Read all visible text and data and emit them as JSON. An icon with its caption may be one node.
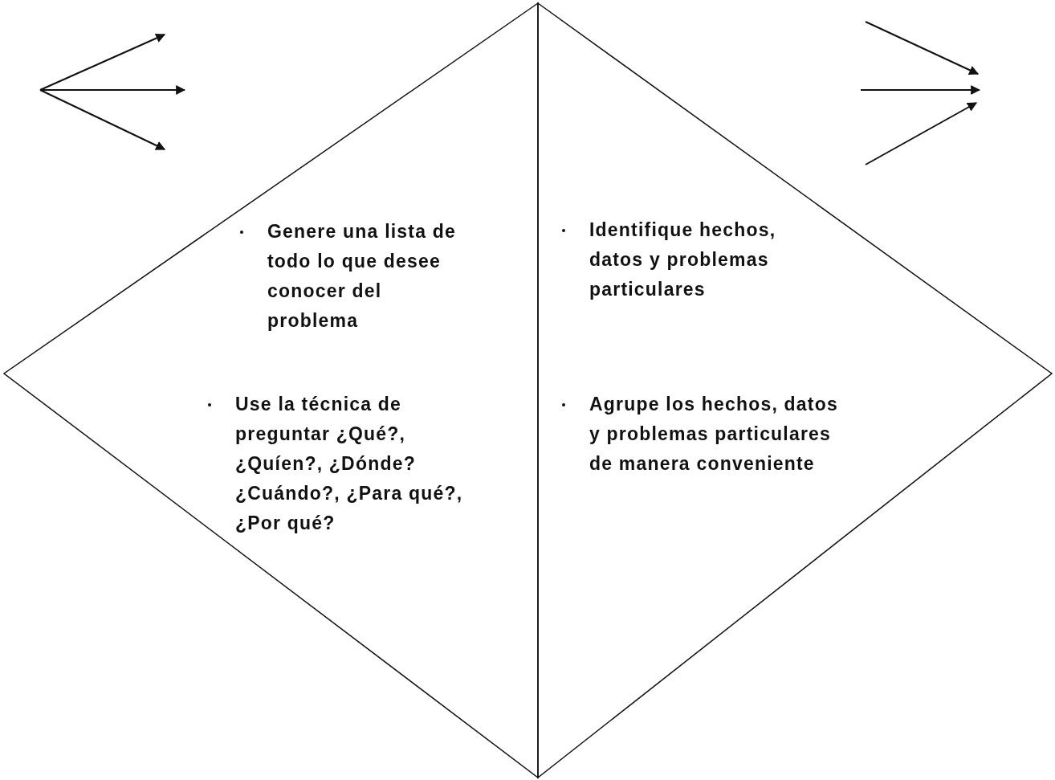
{
  "diagram": {
    "nodes": [
      {
        "text": [
          "Genere una lista de todo lo que desee conocer del problema",
          "Use la técnica de preguntar ¿Qué?, ¿Quíen?, ¿Dónde? ¿Cuándo?, ¿Para qué?, ¿Por qué?"
        ]
      },
      {
        "text": [
          "Identifique hechos, datos y problemas particulares",
          "Agrupe los hechos, datos y problemas particulares de manera conveniente"
        ]
      }
    ]
  }
}
